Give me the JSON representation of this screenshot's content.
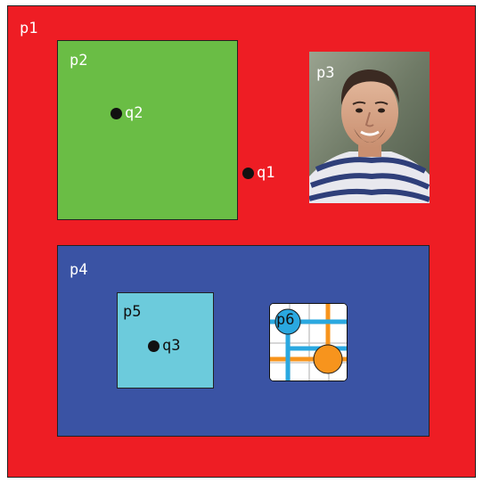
{
  "colors": {
    "p1": "#ee1d24",
    "p2": "#6abd45",
    "p4": "#3a53a4",
    "p5": "#6ccbdc",
    "p6_blue": "#2aa8e0",
    "p6_orange": "#f7941d",
    "dot": "#111111"
  },
  "panels": {
    "p1": "p1",
    "p2": "p2",
    "p3": "p3",
    "p4": "p4",
    "p5": "p5",
    "p6": "p6"
  },
  "points": {
    "q1": "q1",
    "q2": "q2",
    "q3": "q3"
  },
  "icons": {
    "p3": "portrait-photo",
    "p6": "grid-map-icon"
  }
}
